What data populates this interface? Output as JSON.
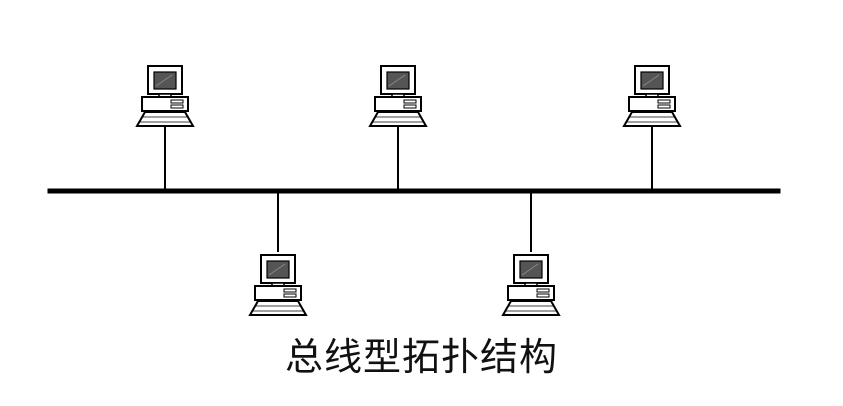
{
  "diagram": {
    "caption": "总线型拓扑结构",
    "topology": "bus",
    "nodes": [
      {
        "name": "computer-1",
        "side": "top"
      },
      {
        "name": "computer-2",
        "side": "top"
      },
      {
        "name": "computer-3",
        "side": "top"
      },
      {
        "name": "computer-4",
        "side": "bottom"
      },
      {
        "name": "computer-5",
        "side": "bottom"
      }
    ],
    "colors": {
      "line": "#000000",
      "monitor_frame": "#ffffff",
      "screen": "#555555",
      "background": "#ffffff"
    },
    "icon": "desktop-computer-icon"
  }
}
